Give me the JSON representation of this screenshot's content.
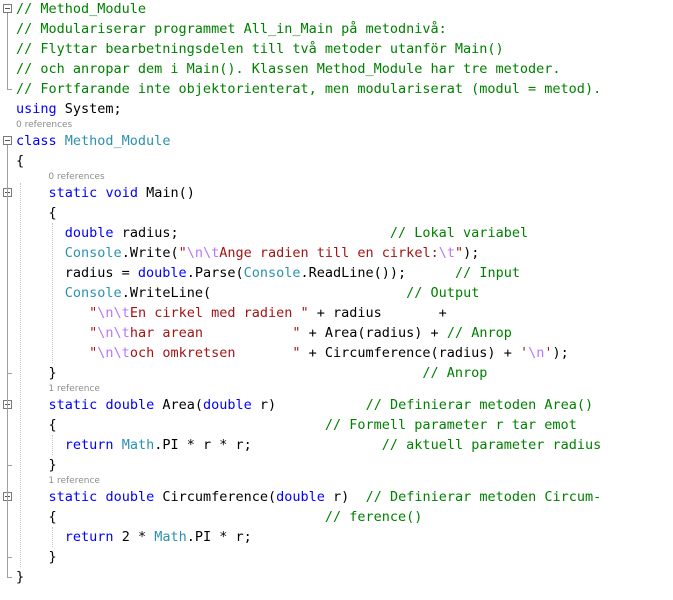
{
  "lines": [
    [
      {
        "c": "cm",
        "t": "// Method_Module"
      }
    ],
    [
      {
        "c": "cm",
        "t": "// Modulariserar programmet All_in_Main på metodnivå:"
      }
    ],
    [
      {
        "c": "cm",
        "t": "// Flyttar bearbetningsdelen till två metoder utanför Main()"
      }
    ],
    [
      {
        "c": "cm",
        "t": "// och anropar dem i Main(). Klassen Method_Module har tre metoder."
      }
    ],
    [
      {
        "c": "cm",
        "t": "// Fortfarande inte objektorienterat, men modulariserat (modul = metod)."
      }
    ],
    [
      {
        "c": "kw",
        "t": "using"
      },
      {
        "t": " System;"
      }
    ],
    [
      {
        "c": "kw",
        "t": "class"
      },
      {
        "t": " "
      },
      {
        "c": "ty",
        "t": "Method_Module"
      }
    ],
    [
      {
        "t": "{"
      }
    ],
    [
      {
        "t": "    "
      },
      {
        "c": "kw",
        "t": "static"
      },
      {
        "t": " "
      },
      {
        "c": "kw",
        "t": "void"
      },
      {
        "t": " Main()"
      }
    ],
    [
      {
        "t": "    {"
      }
    ],
    [
      {
        "t": "      "
      },
      {
        "c": "kw",
        "t": "double"
      },
      {
        "t": " radius;                          "
      },
      {
        "c": "cm",
        "t": "// Lokal variabel"
      }
    ],
    [
      {
        "t": "      "
      },
      {
        "c": "ty",
        "t": "Console"
      },
      {
        "t": ".Write("
      },
      {
        "c": "st",
        "t": "\""
      },
      {
        "c": "es",
        "t": "\\n\\t"
      },
      {
        "c": "st",
        "t": "Ange radien till en cirkel:"
      },
      {
        "c": "es",
        "t": "\\t"
      },
      {
        "c": "st",
        "t": "\""
      },
      {
        "t": ");"
      }
    ],
    [
      {
        "t": "      radius = "
      },
      {
        "c": "kw",
        "t": "double"
      },
      {
        "t": ".Parse("
      },
      {
        "c": "ty",
        "t": "Console"
      },
      {
        "t": ".ReadLine());      "
      },
      {
        "c": "cm",
        "t": "// Input"
      }
    ],
    [
      {
        "t": "      "
      },
      {
        "c": "ty",
        "t": "Console"
      },
      {
        "t": ".WriteLine(                        "
      },
      {
        "c": "cm",
        "t": "// Output"
      }
    ],
    [
      {
        "t": "         "
      },
      {
        "c": "st",
        "t": "\""
      },
      {
        "c": "es",
        "t": "\\n\\t"
      },
      {
        "c": "st",
        "t": "En cirkel med radien \""
      },
      {
        "t": " + radius       +"
      }
    ],
    [
      {
        "t": "         "
      },
      {
        "c": "st",
        "t": "\""
      },
      {
        "c": "es",
        "t": "\\n\\t"
      },
      {
        "c": "st",
        "t": "har arean           \""
      },
      {
        "t": " + Area(radius) + "
      },
      {
        "c": "cm",
        "t": "// Anrop"
      }
    ],
    [
      {
        "t": "         "
      },
      {
        "c": "st",
        "t": "\""
      },
      {
        "c": "es",
        "t": "\\n\\t"
      },
      {
        "c": "st",
        "t": "och omkretsen       \""
      },
      {
        "t": " + Circumference(radius) + "
      },
      {
        "c": "st",
        "t": "'"
      },
      {
        "c": "es",
        "t": "\\n"
      },
      {
        "c": "st",
        "t": "'"
      },
      {
        "t": ");"
      }
    ],
    [
      {
        "t": "    }                                             "
      },
      {
        "c": "cm",
        "t": "// Anrop"
      }
    ],
    [
      {
        "t": "    "
      },
      {
        "c": "kw",
        "t": "static"
      },
      {
        "t": " "
      },
      {
        "c": "kw",
        "t": "double"
      },
      {
        "t": " Area("
      },
      {
        "c": "kw",
        "t": "double"
      },
      {
        "t": " r)           "
      },
      {
        "c": "cm",
        "t": "// Definierar metoden Area()"
      }
    ],
    [
      {
        "t": "    {                                 "
      },
      {
        "c": "cm",
        "t": "// Formell parameter r tar emot"
      }
    ],
    [
      {
        "t": "      "
      },
      {
        "c": "kw",
        "t": "return"
      },
      {
        "t": " "
      },
      {
        "c": "ty",
        "t": "Math"
      },
      {
        "t": ".PI * r * r;                "
      },
      {
        "c": "cm",
        "t": "// aktuell parameter radius"
      }
    ],
    [
      {
        "t": "    }"
      }
    ],
    [
      {
        "t": "    "
      },
      {
        "c": "kw",
        "t": "static"
      },
      {
        "t": " "
      },
      {
        "c": "kw",
        "t": "double"
      },
      {
        "t": " Circumference("
      },
      {
        "c": "kw",
        "t": "double"
      },
      {
        "t": " r)  "
      },
      {
        "c": "cm",
        "t": "// Definierar metoden Circum-"
      }
    ],
    [
      {
        "t": "    {                                 "
      },
      {
        "c": "cm",
        "t": "// ference()"
      }
    ],
    [
      {
        "t": "      "
      },
      {
        "c": "kw",
        "t": "return"
      },
      {
        "t": " 2 * "
      },
      {
        "c": "ty",
        "t": "Math"
      },
      {
        "t": ".PI * r;"
      }
    ],
    [
      {
        "t": "    }"
      }
    ],
    [
      {
        "t": "}"
      }
    ]
  ],
  "codelens": [
    {
      "after_line": 5,
      "text": "0 references",
      "indent": 0
    },
    {
      "after_line": 7,
      "text": "0 references",
      "indent": 4
    },
    {
      "after_line": 17,
      "text": "1 reference",
      "indent": 4
    },
    {
      "after_line": 21,
      "text": "1 reference",
      "indent": 4
    }
  ],
  "folds": [
    0,
    6,
    8,
    18,
    22
  ]
}
